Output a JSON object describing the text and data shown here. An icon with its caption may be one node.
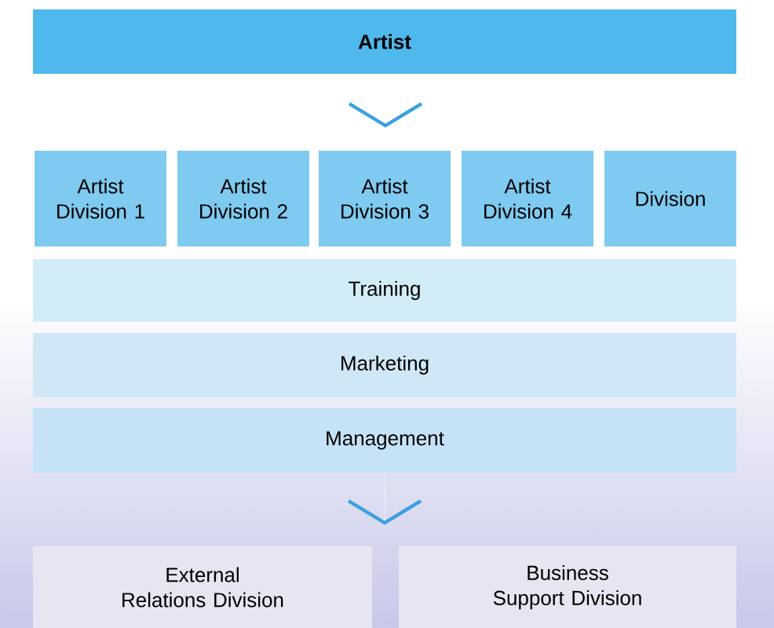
{
  "diagram": {
    "nodes": [
      {
        "text": [
          "Artist"
        ]
      },
      {
        "text": [
          "Artist Division 1"
        ]
      },
      {
        "text": [
          "Artist Division 2"
        ]
      },
      {
        "text": [
          "Artist Division 3"
        ]
      },
      {
        "text": [
          "Artist Division 4"
        ]
      },
      {
        "text": [
          "Division"
        ]
      },
      {
        "text": [
          "Training"
        ]
      },
      {
        "text": [
          "Marketing"
        ]
      },
      {
        "text": [
          "Management"
        ]
      },
      {
        "text": [
          "External Relations Division"
        ]
      },
      {
        "text": [
          "Business Support Division"
        ]
      }
    ],
    "edges": [
      {
        "from": 0,
        "to": 3,
        "arrow": "to"
      },
      {
        "from": 8,
        "to": 9,
        "arrow": "to"
      },
      {
        "from": 8,
        "to": 10,
        "arrow": "to"
      }
    ]
  }
}
